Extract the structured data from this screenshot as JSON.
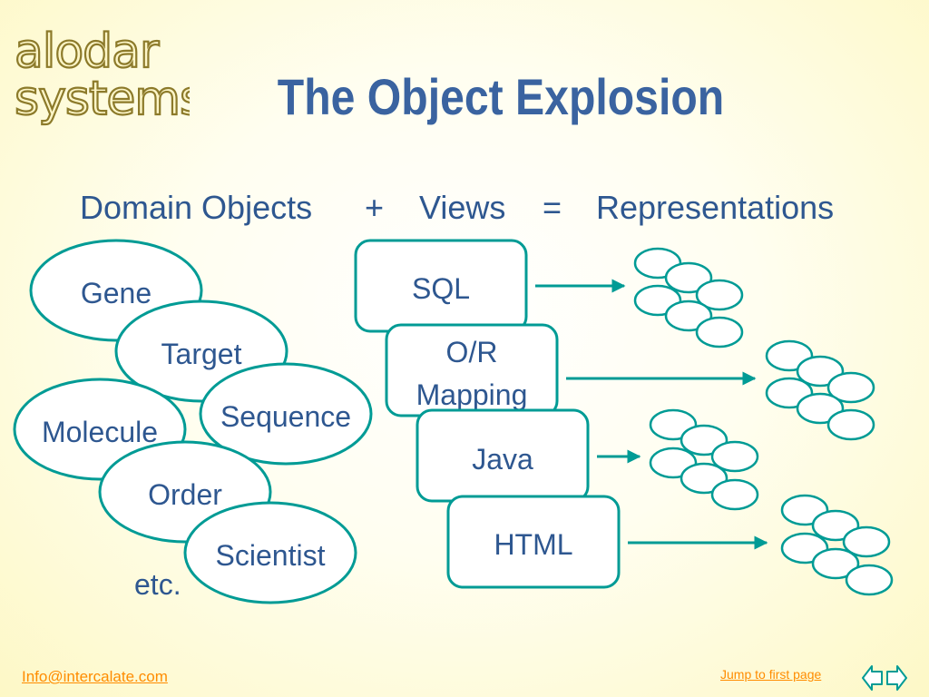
{
  "title": "The Object Explosion",
  "logo": {
    "line1": "alodar",
    "line2": "systems"
  },
  "equation": {
    "domain_objects": "Domain Objects",
    "plus": "+",
    "views": "Views",
    "equals": "=",
    "representations": "Representations"
  },
  "domain_objects": [
    "Gene",
    "Target",
    "Sequence",
    "Molecule",
    "Order",
    "Scientist"
  ],
  "etc": "etc.",
  "views": {
    "sql": "SQL",
    "or_line1": "O/R",
    "or_line2": "Mapping",
    "java": "Java",
    "html": "HTML"
  },
  "footer": {
    "email": "Info@intercalate.com",
    "jump": "Jump to first page"
  },
  "colors": {
    "accent": "#009b95",
    "title": "#3a63a0",
    "text": "#2e5790",
    "link": "#ff8c00",
    "background": "#fdf8c6"
  },
  "icons": [
    "back-arrow-icon",
    "forward-arrow-icon"
  ]
}
